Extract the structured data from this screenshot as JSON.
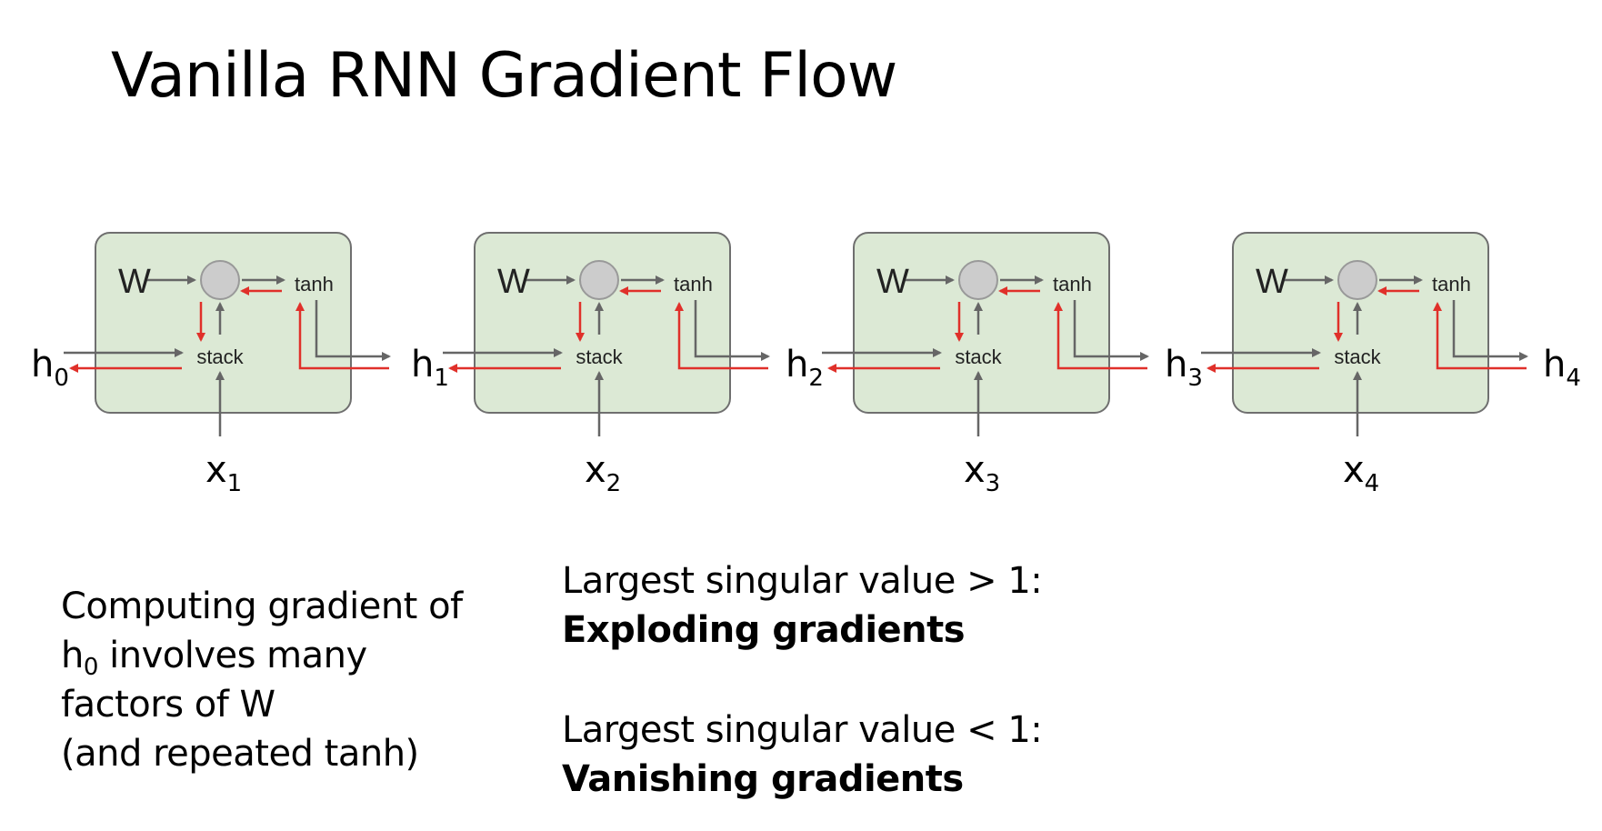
{
  "title": "Vanilla RNN Gradient Flow",
  "cells": [
    {
      "w": "W",
      "tanh": "tanh",
      "stack": "stack"
    },
    {
      "w": "W",
      "tanh": "tanh",
      "stack": "stack"
    },
    {
      "w": "W",
      "tanh": "tanh",
      "stack": "stack"
    },
    {
      "w": "W",
      "tanh": "tanh",
      "stack": "stack"
    }
  ],
  "hidden": [
    {
      "base": "h",
      "sub": "0"
    },
    {
      "base": "h",
      "sub": "1"
    },
    {
      "base": "h",
      "sub": "2"
    },
    {
      "base": "h",
      "sub": "3"
    },
    {
      "base": "h",
      "sub": "4"
    }
  ],
  "inputs": [
    {
      "base": "x",
      "sub": "1"
    },
    {
      "base": "x",
      "sub": "2"
    },
    {
      "base": "x",
      "sub": "3"
    },
    {
      "base": "x",
      "sub": "4"
    }
  ],
  "left_note": {
    "line1": "Computing gradient of",
    "line2_base": "h",
    "line2_sub": "0",
    "line2_rest": " involves many",
    "line3": "factors of W",
    "line4": "(and repeated tanh)"
  },
  "right_note": {
    "exploding_condition": "Largest singular value > 1:",
    "exploding_label": "Exploding gradients",
    "vanishing_condition": "Largest singular value < 1:",
    "vanishing_label": "Vanishing gradients"
  },
  "colors": {
    "cell_fill": "#dce9d5",
    "cell_stroke": "#6f6f6f",
    "forward_arrow": "#666666",
    "backward_arrow": "#e0302a",
    "node_fill": "#cccccc"
  }
}
